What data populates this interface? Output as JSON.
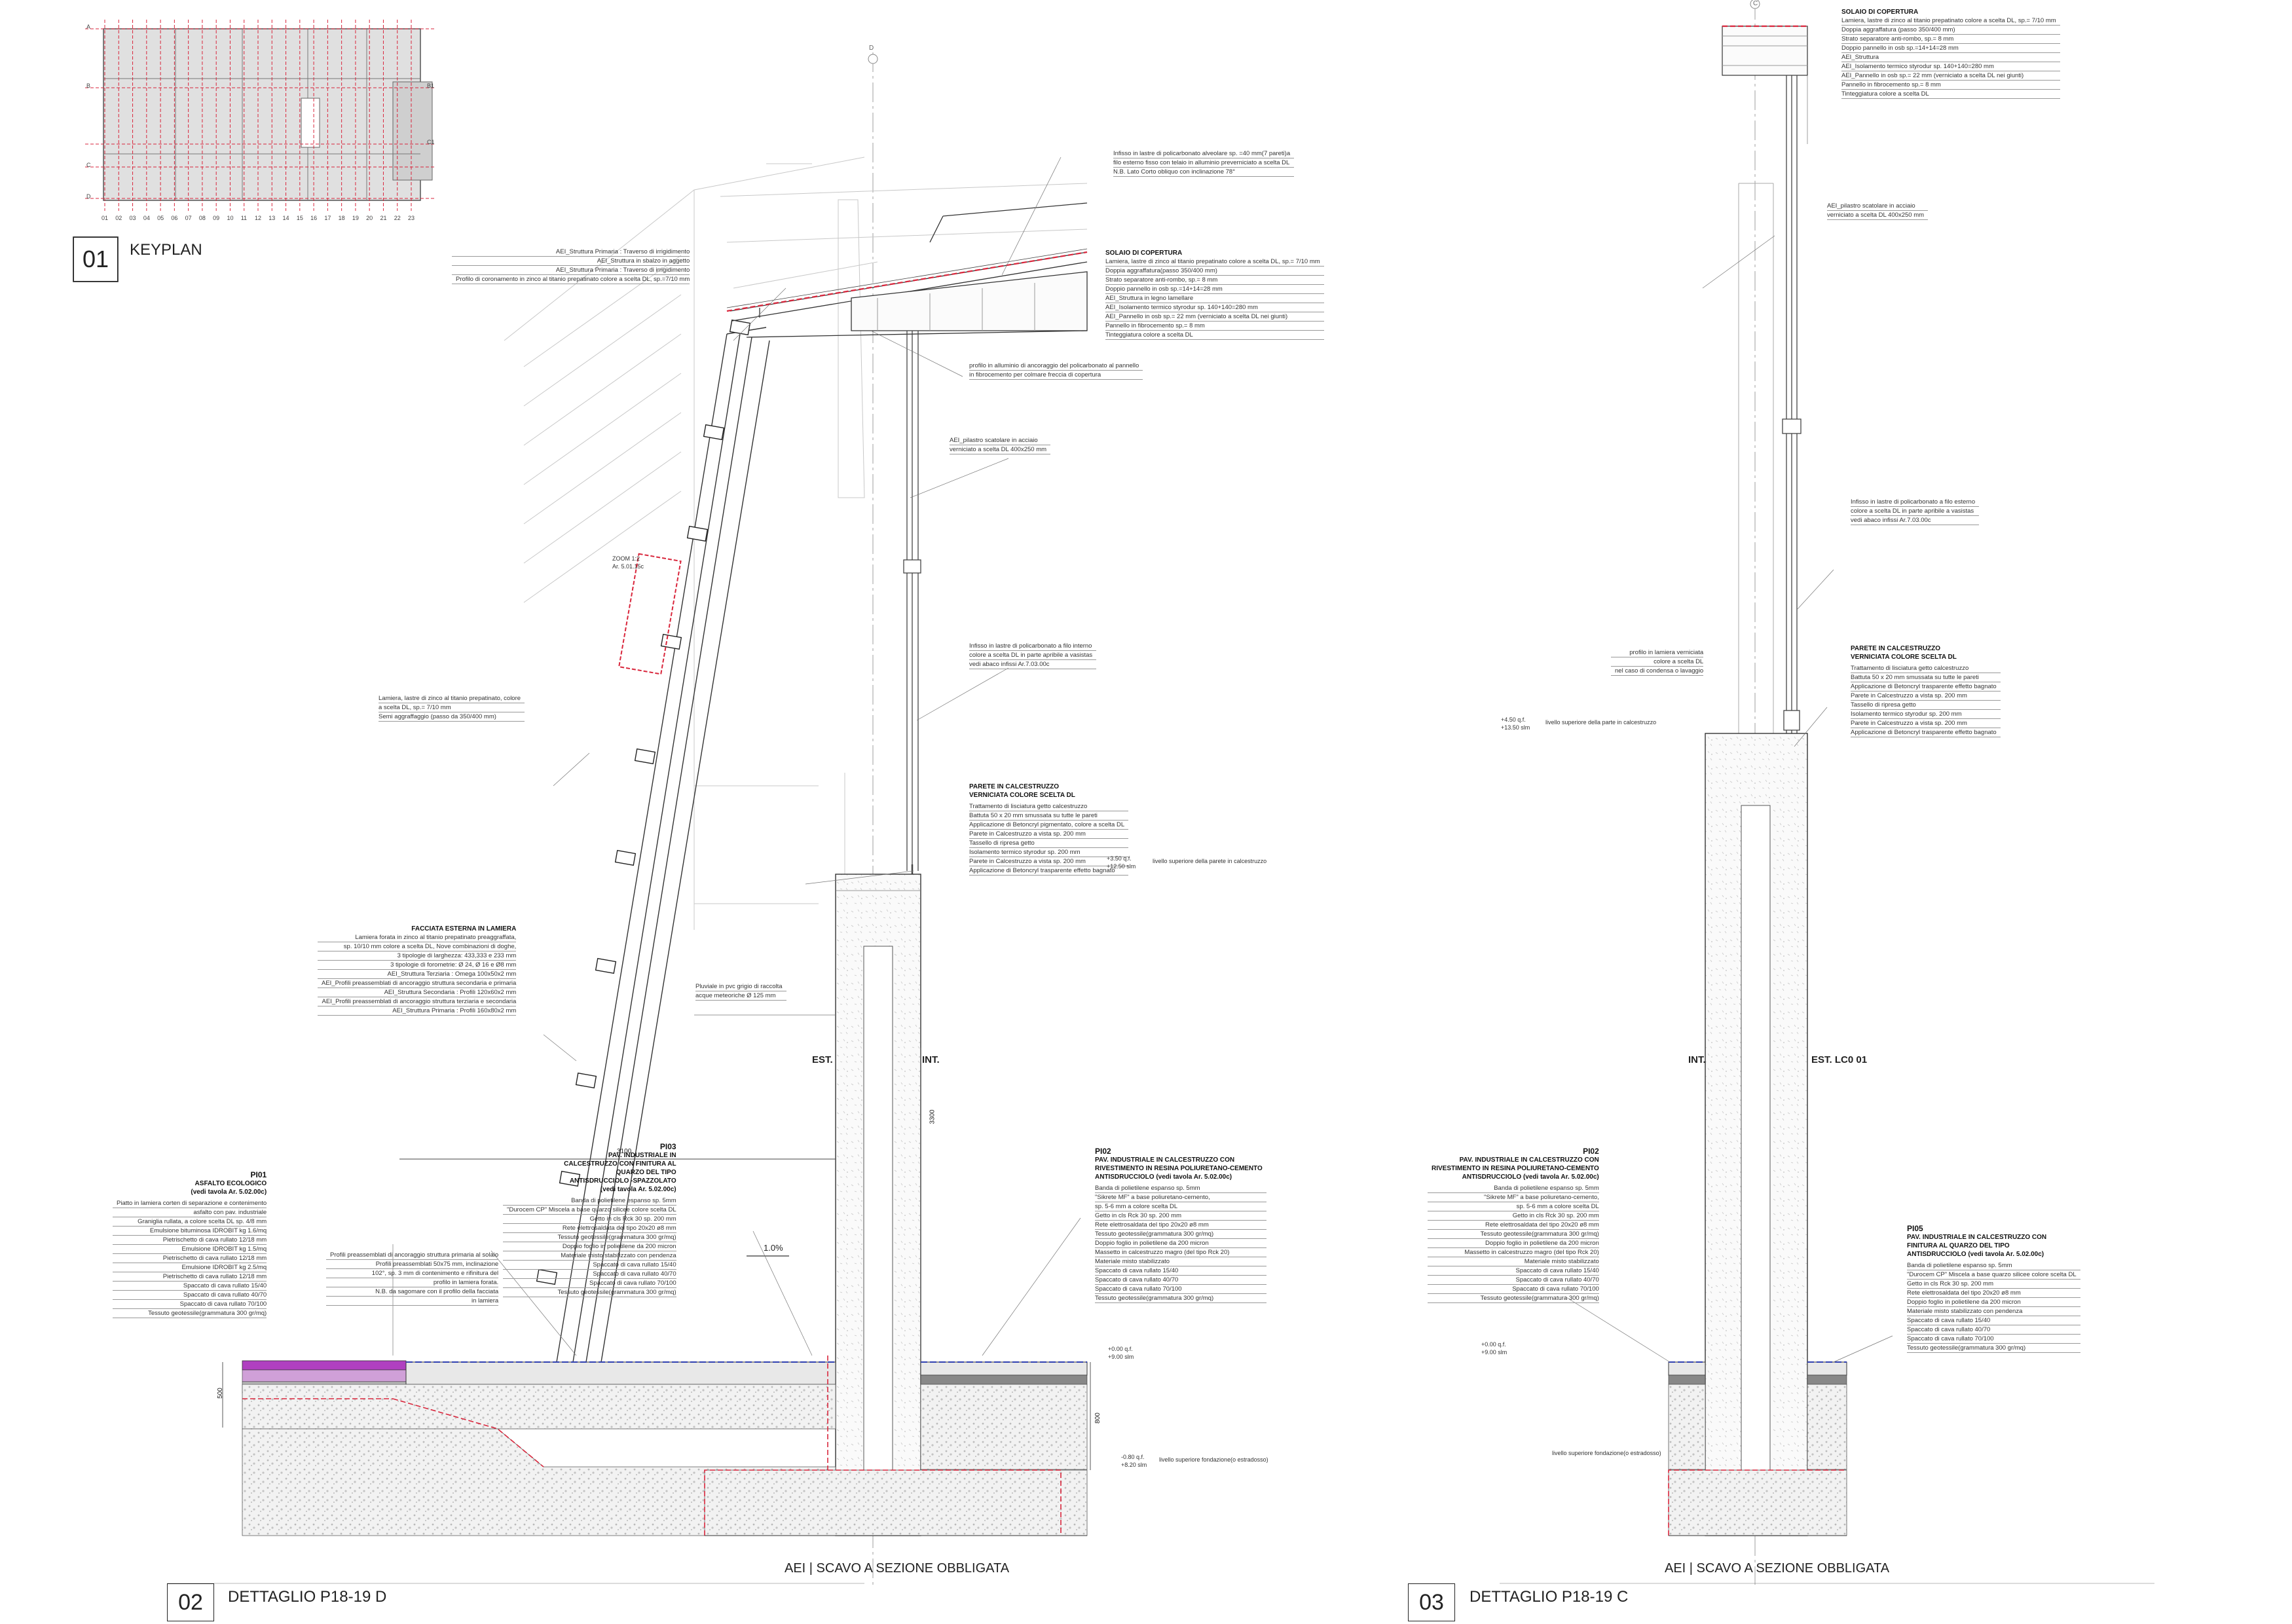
{
  "keyplan": {
    "number": "01",
    "title": "KEYPLAN",
    "row_labels": [
      "A",
      "B",
      "C",
      "D"
    ],
    "side_labels": [
      "B1",
      "C1"
    ],
    "col_labels": [
      "01",
      "02",
      "03",
      "04",
      "05",
      "06",
      "07",
      "08",
      "09",
      "10",
      "11",
      "12",
      "13",
      "14",
      "15",
      "16",
      "17",
      "18",
      "19",
      "20",
      "21",
      "22",
      "23"
    ]
  },
  "detail_d": {
    "number": "02",
    "title": "DETTAGLIO P18-19 D",
    "grid_label": "D",
    "excavation": "AEI | SCAVO A SEZIONE OBBLIGATA",
    "est": "EST.",
    "int": "INT.",
    "slope": "1.0%",
    "dim_3100": "3100",
    "dim_3300": "3300",
    "dim_800": "800",
    "dim_500": "500",
    "zoom_tag_1": "ZOOM 1:2",
    "zoom_tag_2": "Ar. 5.01.15c",
    "callout_polycarb_top": [
      "Infisso in lastre di policarbonato alveolare sp. =40 mm(7 pareti)a",
      "filo esterno fisso con telaio in alluminio preverniciato a scelta DL",
      "N.B. Lato Corto obliquo con inclinazione 78°"
    ],
    "callout_roof_structure": [
      "AEI_Struttura Primaria : Traverso di irrigidimento",
      "AEI_Struttura in sbalzo in aggetto",
      "AEI_Struttura Primaria : Traverso di irrigidimento",
      "Profilo di coronamento in zinco al titanio prepatinato colore a scelta DL, sp.=7/10  mm"
    ],
    "solaio_title": "SOLAIO DI COPERTURA",
    "callout_solaio": [
      "Lamiera, lastre di zinco al titanio prepatinato colore a scelta DL, sp.= 7/10 mm",
      "Doppia aggraffatura(passo 350/400 mm)",
      "Strato separatore anti-rombo, sp.= 8 mm",
      "Doppio pannello in osb sp.=14+14=28 mm",
      "AEI_Struttura in legno lamellare",
      "AEI_Isolamento termico styrodur sp. 140+140=280 mm",
      "AEI_Pannello in osb sp.= 22 mm (verniciato a scelta DL nei giunti)",
      "Pannello in fibrocemento sp.= 8 mm",
      "Tinteggiatura colore a scelta DL"
    ],
    "callout_profile": [
      "profilo in alluminio di ancoraggio del policarbonato al pannello",
      "in fibrocemento per colmare freccia di copertura"
    ],
    "callout_column": [
      "AEI_pilastro scatolare in acciaio",
      "verniciato a scelta DL 400x250 mm"
    ],
    "callout_polycarb_inner": [
      "Infisso in lastre di policarbonato a filo interno",
      "colore a scelta DL in parte apribile a vasistas",
      "vedi abaco infissi Ar.7.03.00c"
    ],
    "callout_lamiera": [
      "Lamiera, lastre di zinco al titanio prepatinato, colore",
      "a scelta DL, sp.= 7/10 mm",
      "Semi aggraffaggio (passo da 350/400 mm)"
    ],
    "parete_title_1": "PARETE IN CALCESTRUZZO",
    "parete_title_2": "VERNICIATA COLORE SCELTA DL",
    "callout_parete": [
      "Trattamento di lisciatura getto calcestruzzo",
      "Battuta 50 x 20 mm smussata su tutte le pareti",
      "Applicazione di Betoncryl pigmentato, colore a scelta DL",
      "Parete in Calcestruzzo a vista sp. 200 mm",
      "Tassello di ripresa getto",
      "Isolamento termico styrodur sp. 200 mm",
      "Parete in Calcestruzzo a vista sp. 200 mm",
      "Applicazione di Betoncryl trasparente effetto bagnato"
    ],
    "level_wall_1": "+3.50 q.f.",
    "level_wall_2": "+12.50 slm",
    "level_wall_text": "livello superiore della parete in calcestruzzo",
    "facciata_title": "FACCIATA ESTERNA IN LAMIERA",
    "callout_facciata": [
      "Lamiera forata in zinco al titanio prepatinato preaggraffata,",
      "sp. 10/10 mm colore a scelta DL, Nove combinazioni di doghe,",
      "3 tipologie di larghezza: 433,333 e 233 mm",
      "3 tipologie di forometrie: Ø 24, Ø 16 e Ø8 mm",
      "AEI_Struttura Terziaria : Omega 100x50x2  mm",
      "AEI_Profili preassemblati di ancoraggio struttura secondaria e primaria",
      "AEI_Struttura Secondaria : Profili 120x60x2  mm",
      "AEI_Profili preassemblati di ancoraggio struttura terziaria e secondaria",
      "AEI_Struttura Primaria : Profili 160x80x2  mm"
    ],
    "callout_pluviale": [
      "Pluviale in pvc grigio di raccolta",
      "acque meteoriche Ø 125 mm"
    ],
    "pi01_code": "PI01",
    "pi01_title": [
      "ASFALTO ECOLOGICO",
      "(vedi tavola Ar. 5.02.00c)"
    ],
    "pi01_layers": [
      "Piatto in lamiera corten di separazione e contenimento",
      "asfalto con pav. industriale",
      "Graniglia rullata, a colore scelta DL sp. 4/8 mm",
      "Emulsione bituminosa IDROBIT kg 1.6/mq",
      "Pietrischetto di cava rullato  12/18 mm",
      "Emulsione IDROBIT kg 1.5/mq",
      "Pietrischetto di cava rullato  12/18 mm",
      "Emulsione IDROBIT kg 2.5/mq",
      "Pietrischetto di cava rullato  12/18 mm",
      "Spaccato di cava rullato  15/40",
      "Spaccato di cava rullato  40/70",
      "Spaccato di cava rullato  70/100",
      "Tessuto geotessile(grammatura 300 gr/mq)"
    ],
    "pi03_code": "PI03",
    "pi03_title": [
      "PAV. INDUSTRIALE IN",
      "CALCESTRUZZO CON FINITURA AL",
      "QUARZO DEL TIPO",
      "ANTISDRUCCIOLO -SPAZZOLATO",
      "(vedi tavola Ar. 5.02.00c)"
    ],
    "pi03_layers": [
      "Banda di polietilene espanso sp. 5mm",
      "\"Durocem CP\" Miscela a base quarzo silicee colore scelta DL",
      "Getto in cls  Rck 30 sp. 200 mm",
      "Rete elettrosaldata del tipo 20x20 ø8 mm",
      "Tessuto geotessile(grammatura 300 gr/mq)",
      "Doppio foglio in polietilene da 200 micron",
      "Materiale misto stabilizzato con pendenza",
      "Spaccato di cava rullato  15/40",
      "Spaccato di cava rullato  40/70",
      "Spaccato di cava rullato  70/100",
      "Tessuto geotessile(grammatura 300 gr/mq)"
    ],
    "callout_profili_bottom": [
      "Profili preassemblati di ancoraggio struttura primaria al solaio",
      "Profili preassemblati 50x75 mm, inclinazione",
      "102°, sp. 3 mm di contenimento e rifinitura del",
      "profilo in lamiera forata.",
      "N.B. da sagomare con il profilo della facciata",
      "in lamiera"
    ],
    "pi02_code": "PI02",
    "pi02_title": [
      "PAV. INDUSTRIALE IN CALCESTRUZZO CON",
      "RIVESTIMENTO IN RESINA POLIURETANO-CEMENTO",
      "ANTISDRUCCIOLO (vedi tavola Ar. 5.02.00c)"
    ],
    "pi02_layers": [
      "Banda di polietilene espanso sp. 5mm",
      "\"Sikrete MF\" a base poliuretano-cemento,",
      "sp. 5-6 mm a colore scelta DL",
      "Getto in cls  Rck 30 sp. 200 mm",
      "Rete elettrosaldata del tipo 20x20 ø8 mm",
      "Tessuto geotessile(grammatura 300 gr/mq)",
      "Doppio foglio in polietilene da 200 micron",
      "Massetto in calcestruzzo magro (del tipo Rck 20)",
      "Materiale misto stabilizzato",
      "Spaccato di cava rullato  15/40",
      "Spaccato di cava rullato  40/70",
      "Spaccato di cava rullato  70/100",
      "Tessuto geotessile(grammatura 300 gr/mq)"
    ],
    "level_floor_1": "+0.00 q.f.",
    "level_floor_2": "+9.00 slm",
    "level_found_1": "-0.80 q.f.",
    "level_found_2": "+8.20 slm",
    "level_found_text": "livello superiore fondazione(o estradosso)"
  },
  "detail_c": {
    "number": "03",
    "title": "DETTAGLIO P18-19 C",
    "grid_label": "C",
    "excavation": "AEI | SCAVO A SEZIONE OBBLIGATA",
    "int": "INT.",
    "est": "EST. LC0 01",
    "solaio_title": "SOLAIO DI COPERTURA",
    "callout_solaio": [
      "Lamiera, lastre di zinco al titanio prepatinato colore a scelta DL, sp.= 7/10 mm",
      "Doppia aggraffatura (passo 350/400 mm)",
      "Strato separatore anti-rombo, sp.= 8 mm",
      "Doppio pannello in osb sp.=14+14=28 mm",
      "AEI_Struttura",
      "AEI_Isolamento termico styrodur sp. 140+140=280 mm",
      "AEI_Pannello in osb sp.= 22 mm (verniciato a scelta DL nei giunti)",
      "Pannello in fibrocemento sp.= 8 mm",
      "Tinteggiatura colore a scelta DL"
    ],
    "callout_column": [
      "AEI_pilastro scatolare in acciaio",
      "verniciato a scelta DL 400x250 mm"
    ],
    "callout_polycarb": [
      "Infisso in lastre di policarbonato a filo esterno",
      "colore a scelta DL in parte apribile a vasistas",
      "vedi abaco infissi Ar.7.03.00c"
    ],
    "callout_profile": [
      "profilo in lamiera verniciata",
      "colore a scelta DL",
      "nel caso di condensa o lavaggio"
    ],
    "parete_title_1": "PARETE IN CALCESTRUZZO",
    "parete_title_2": "VERNICIATA COLORE SCELTA DL",
    "callout_parete": [
      "Trattamento di lisciatura getto calcestruzzo",
      "Battuta 50 x 20 mm smussata su tutte le pareti",
      "Applicazione di Betoncryl trasparente effetto bagnato",
      "Parete in Calcestruzzo a vista sp. 200 mm",
      "Tassello di ripresa getto",
      "Isolamento termico styrodur sp. 200 mm",
      "Parete in Calcestruzzo a vista sp. 200 mm",
      "Applicazione di Betoncryl trasparente effetto bagnato"
    ],
    "level_wall_1": "+4.50 q.f.",
    "level_wall_2": "+13.50 slm",
    "level_wall_text": "livello superiore della parte in calcestruzzo",
    "pi02_code": "PI02",
    "pi02_title": [
      "PAV. INDUSTRIALE IN CALCESTRUZZO CON",
      "RIVESTIMENTO IN RESINA POLIURETANO-CEMENTO",
      "ANTISDRUCCIOLO (vedi tavola Ar. 5.02.00c)"
    ],
    "pi02_layers": [
      "Banda di polietilene espanso sp. 5mm",
      "\"Sikrete MF\" a base poliuretano-cemento,",
      "sp. 5-6 mm a colore scelta DL",
      "Getto in cls  Rck 30 sp. 200 mm",
      "Rete elettrosaldata del tipo 20x20 ø8 mm",
      "Tessuto geotessile(grammatura 300 gr/mq)",
      "Doppio foglio in polietilene da 200 micron",
      "Massetto in calcestruzzo magro (del tipo Rck 20)",
      "Materiale misto stabilizzato",
      "Spaccato di cava rullato  15/40",
      "Spaccato di cava rullato  40/70",
      "Spaccato di cava rullato  70/100",
      "Tessuto geotessile(grammatura 300 gr/mq)"
    ],
    "pi05_code": "PI05",
    "pi05_title": [
      "PAV. INDUSTRIALE IN CALCESTRUZZO CON",
      "FINITURA AL QUARZO DEL TIPO",
      "ANTISDRUCCIOLO (vedi tavola Ar. 5.02.00c)"
    ],
    "pi05_layers": [
      "Banda di polietilene espanso sp. 5mm",
      "\"Durocem CP\" Miscela a base quarzo silicee colore scelta DL",
      "Getto in cls  Rck 30 sp. 200 mm",
      "Rete elettrosaldata del tipo 20x20 ø8 mm",
      "Doppio foglio in polietilene da 200 micron",
      "Materiale misto stabilizzato con pendenza",
      "Spaccato di cava rullato  15/40",
      "Spaccato di cava rullato  40/70",
      "Spaccato di cava rullato  70/100",
      "Tessuto geotessile(grammatura 300 gr/mq)"
    ],
    "level_floor_1": "+0.00 q.f.",
    "level_floor_2": "+9.00 slm",
    "level_found_text": "livello superiore fondazione(o estradosso)"
  },
  "colors": {
    "line": "#333333",
    "grid_red": "#d9263c",
    "keyplan_fill": "#dcdcdc",
    "gravel": "#e4e4e4",
    "resin_purple": "#b040c0",
    "resin_blue": "#3040b0"
  }
}
